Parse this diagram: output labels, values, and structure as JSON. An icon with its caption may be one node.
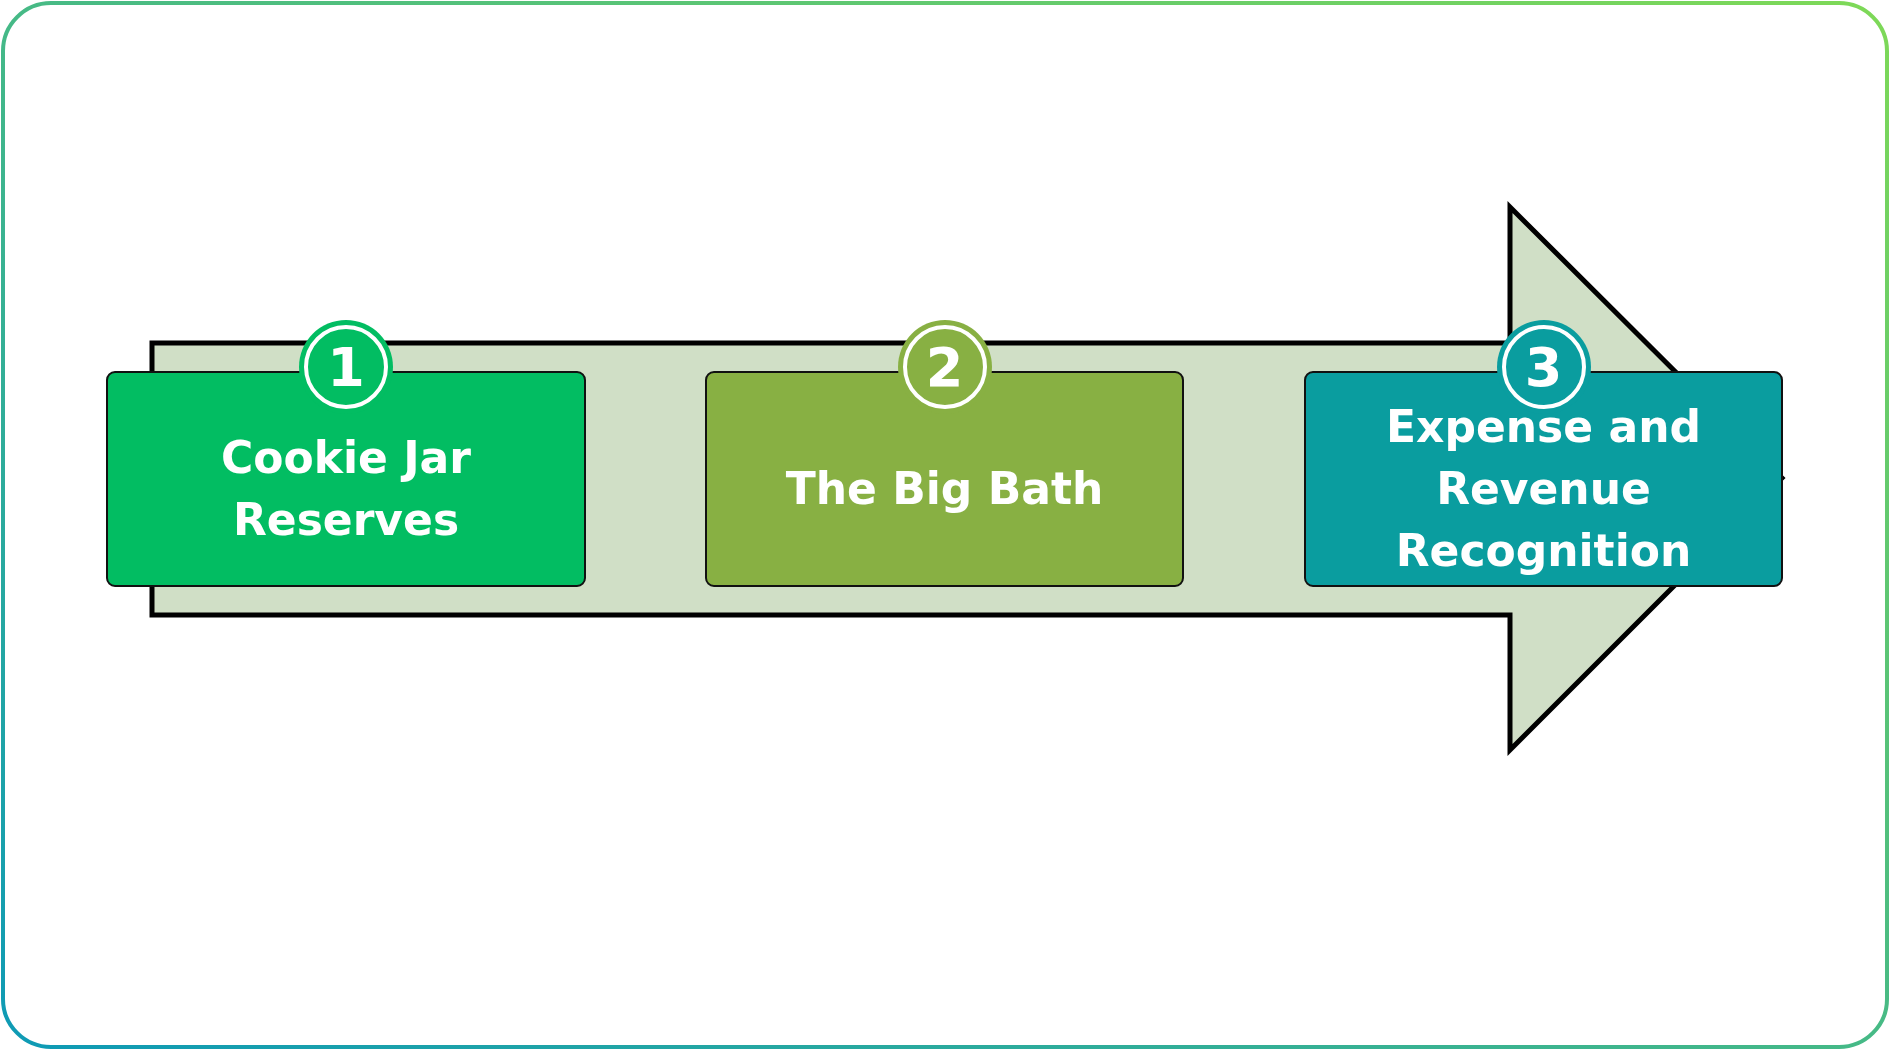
{
  "diagram": {
    "nodes": [
      {
        "text": [
          "1",
          "Cookie Jar Reserves"
        ]
      },
      {
        "text": [
          "2",
          "The Big Bath"
        ]
      },
      {
        "text": [
          "3",
          "Expense and Revenue Recognition"
        ]
      }
    ]
  }
}
